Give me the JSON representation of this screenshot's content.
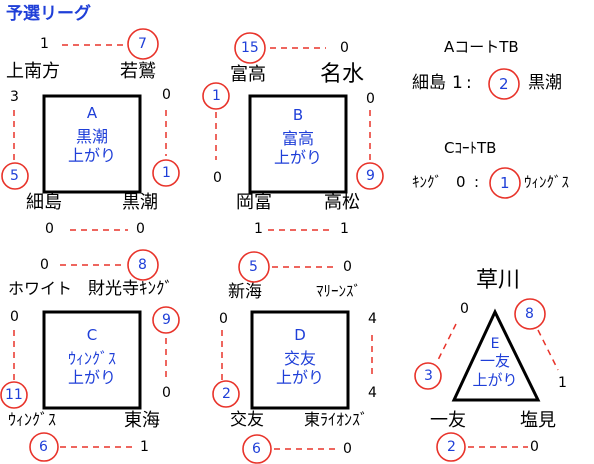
{
  "title": "予選リーグ",
  "colors": {
    "accent_blue": "#1f3fd8",
    "circle_red": "#e8332a",
    "dash_red": "#e8332a"
  },
  "groups": {
    "A": {
      "label": "A",
      "winner_line1": "黒潮",
      "winner_line2": "上がり",
      "teams": {
        "tl": "上南方",
        "tr": "若鷲",
        "bl": "細島",
        "br": "黒潮"
      },
      "scores": {
        "top_left": "1",
        "top_right": "7",
        "left_top": "3",
        "left_bottom": "5",
        "right_top": "0",
        "right_bottom": "1",
        "bottom_left": "0",
        "bottom_right": "0"
      }
    },
    "B": {
      "label": "B",
      "winner_line1": "富高",
      "winner_line2": "上がり",
      "teams": {
        "tl": "富高",
        "tr": "名水",
        "bl": "岡富",
        "br": "高松"
      },
      "scores": {
        "top_left": "15",
        "top_right": "0",
        "left_top": "1",
        "left_bottom": "0",
        "right_top": "0",
        "right_bottom": "9",
        "bottom_left": "1",
        "bottom_right": "1"
      }
    },
    "C": {
      "label": "C",
      "winner_line1": "ｳｨﾝｸﾞｽ",
      "winner_line2": "上がり",
      "teams": {
        "tl": "ホワイト",
        "tr": "財光寺ｷﾝｸﾞ",
        "bl": "ｳｨﾝｸﾞｽ",
        "br": "東海"
      },
      "scores": {
        "top_left": "0",
        "top_right": "8",
        "left_top": "0",
        "left_bottom": "11",
        "right_top": "9",
        "right_bottom": "0",
        "bottom_left": "6",
        "bottom_right": "1"
      }
    },
    "D": {
      "label": "D",
      "winner_line1": "交友",
      "winner_line2": "上がり",
      "teams": {
        "tl": "新海",
        "tr": "ﾏﾘｰﾝｽﾞ",
        "bl": "交友",
        "br": "東ﾗｲｵﾝｽﾞ"
      },
      "scores": {
        "top_left": "5",
        "top_right": "0",
        "left_top": "0",
        "left_bottom": "2",
        "right_top": "4",
        "right_bottom": "4",
        "bottom_left": "6",
        "bottom_right": "0"
      }
    },
    "E": {
      "label": "E",
      "winner_line1": "一友",
      "winner_line2": "上がり",
      "teams": {
        "top": "草川",
        "bl": "一友",
        "br": "塩見"
      },
      "scores": {
        "left_top": "0",
        "left_bottom": "3",
        "right_top": "8",
        "right_bottom": "1",
        "bottom_left": "2",
        "bottom_right": "0"
      }
    }
  },
  "tiebreaks": {
    "a_court": {
      "heading": "AコートTB",
      "left_team": "細島",
      "left_score": "1",
      "colon": ":",
      "right_score": "2",
      "right_team": "黒潮"
    },
    "c_court": {
      "heading": "CｺｰﾄTB",
      "left_team": "ｷﾝｸﾞ",
      "left_score": "0",
      "colon": ":",
      "right_score": "1",
      "right_team": "ｳｨﾝｸﾞｽ"
    }
  }
}
